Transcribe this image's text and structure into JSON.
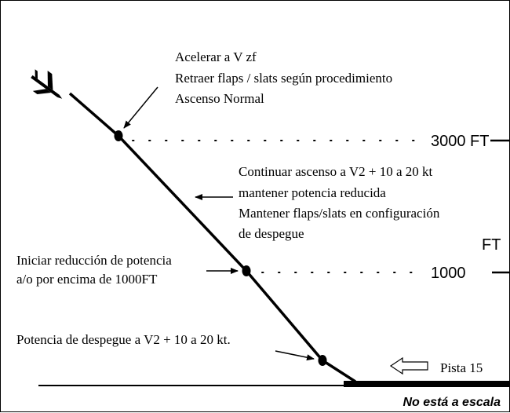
{
  "annotations": {
    "top_block": [
      "Acelerar a V zf",
      "Retraer flaps / slats según procedimiento",
      "Ascenso Normal"
    ],
    "middle_block": [
      "Continuar ascenso a V2 + 10 a 20 kt",
      "mantener potencia reducida",
      "Mantener flaps/slats en configuración",
      "de despegue"
    ],
    "reduction_block": [
      "Iniciar reducción de potencia",
      "a/o por encima de 1000FT"
    ],
    "takeoff_label": "Potencia de despegue a V2 + 10 a 20 kt."
  },
  "altitudes": {
    "high_label": "3000 FT",
    "unit_label": "FT",
    "low_label": "1000"
  },
  "runway": {
    "label": "Pista 15"
  },
  "footer": {
    "scale_note": "No está a escala"
  },
  "icons": [
    "airplane-icon",
    "left-arrow-icon"
  ]
}
